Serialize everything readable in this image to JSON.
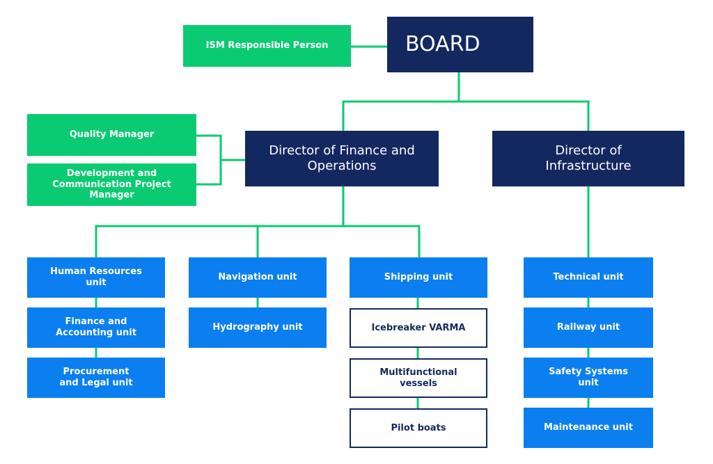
{
  "board": "BOARD",
  "ism": "ISM Responsible Person",
  "quality_manager": "Quality Manager",
  "dev_comm_manager": "Development and\nCommunication Project\nManager",
  "director_finance": "Director of Finance and\nOperations",
  "director_infra": "Director of\nInfrastructure",
  "finance_branch": {
    "hr": "Human Resources\nunit",
    "finance_accounting": "Finance and\nAccounting unit",
    "procurement_legal": "Procurement\nand Legal unit",
    "navigation": "Navigation unit",
    "hydrography": "Hydrography unit",
    "shipping": "Shipping unit",
    "icebreaker": "Icebreaker VARMA",
    "multifunctional": "Multifunctional\nvessels",
    "pilot_boats": "Pilot boats"
  },
  "infra_branch": {
    "technical": "Technical unit",
    "railway": "Railway unit",
    "safety_systems": "Safety Systems\nunit",
    "maintenance": "Maintenance unit"
  },
  "colors": {
    "green": "#0acb72",
    "navy": "#13285f",
    "blue": "#0b7ff0",
    "connector": "#0acb72"
  }
}
